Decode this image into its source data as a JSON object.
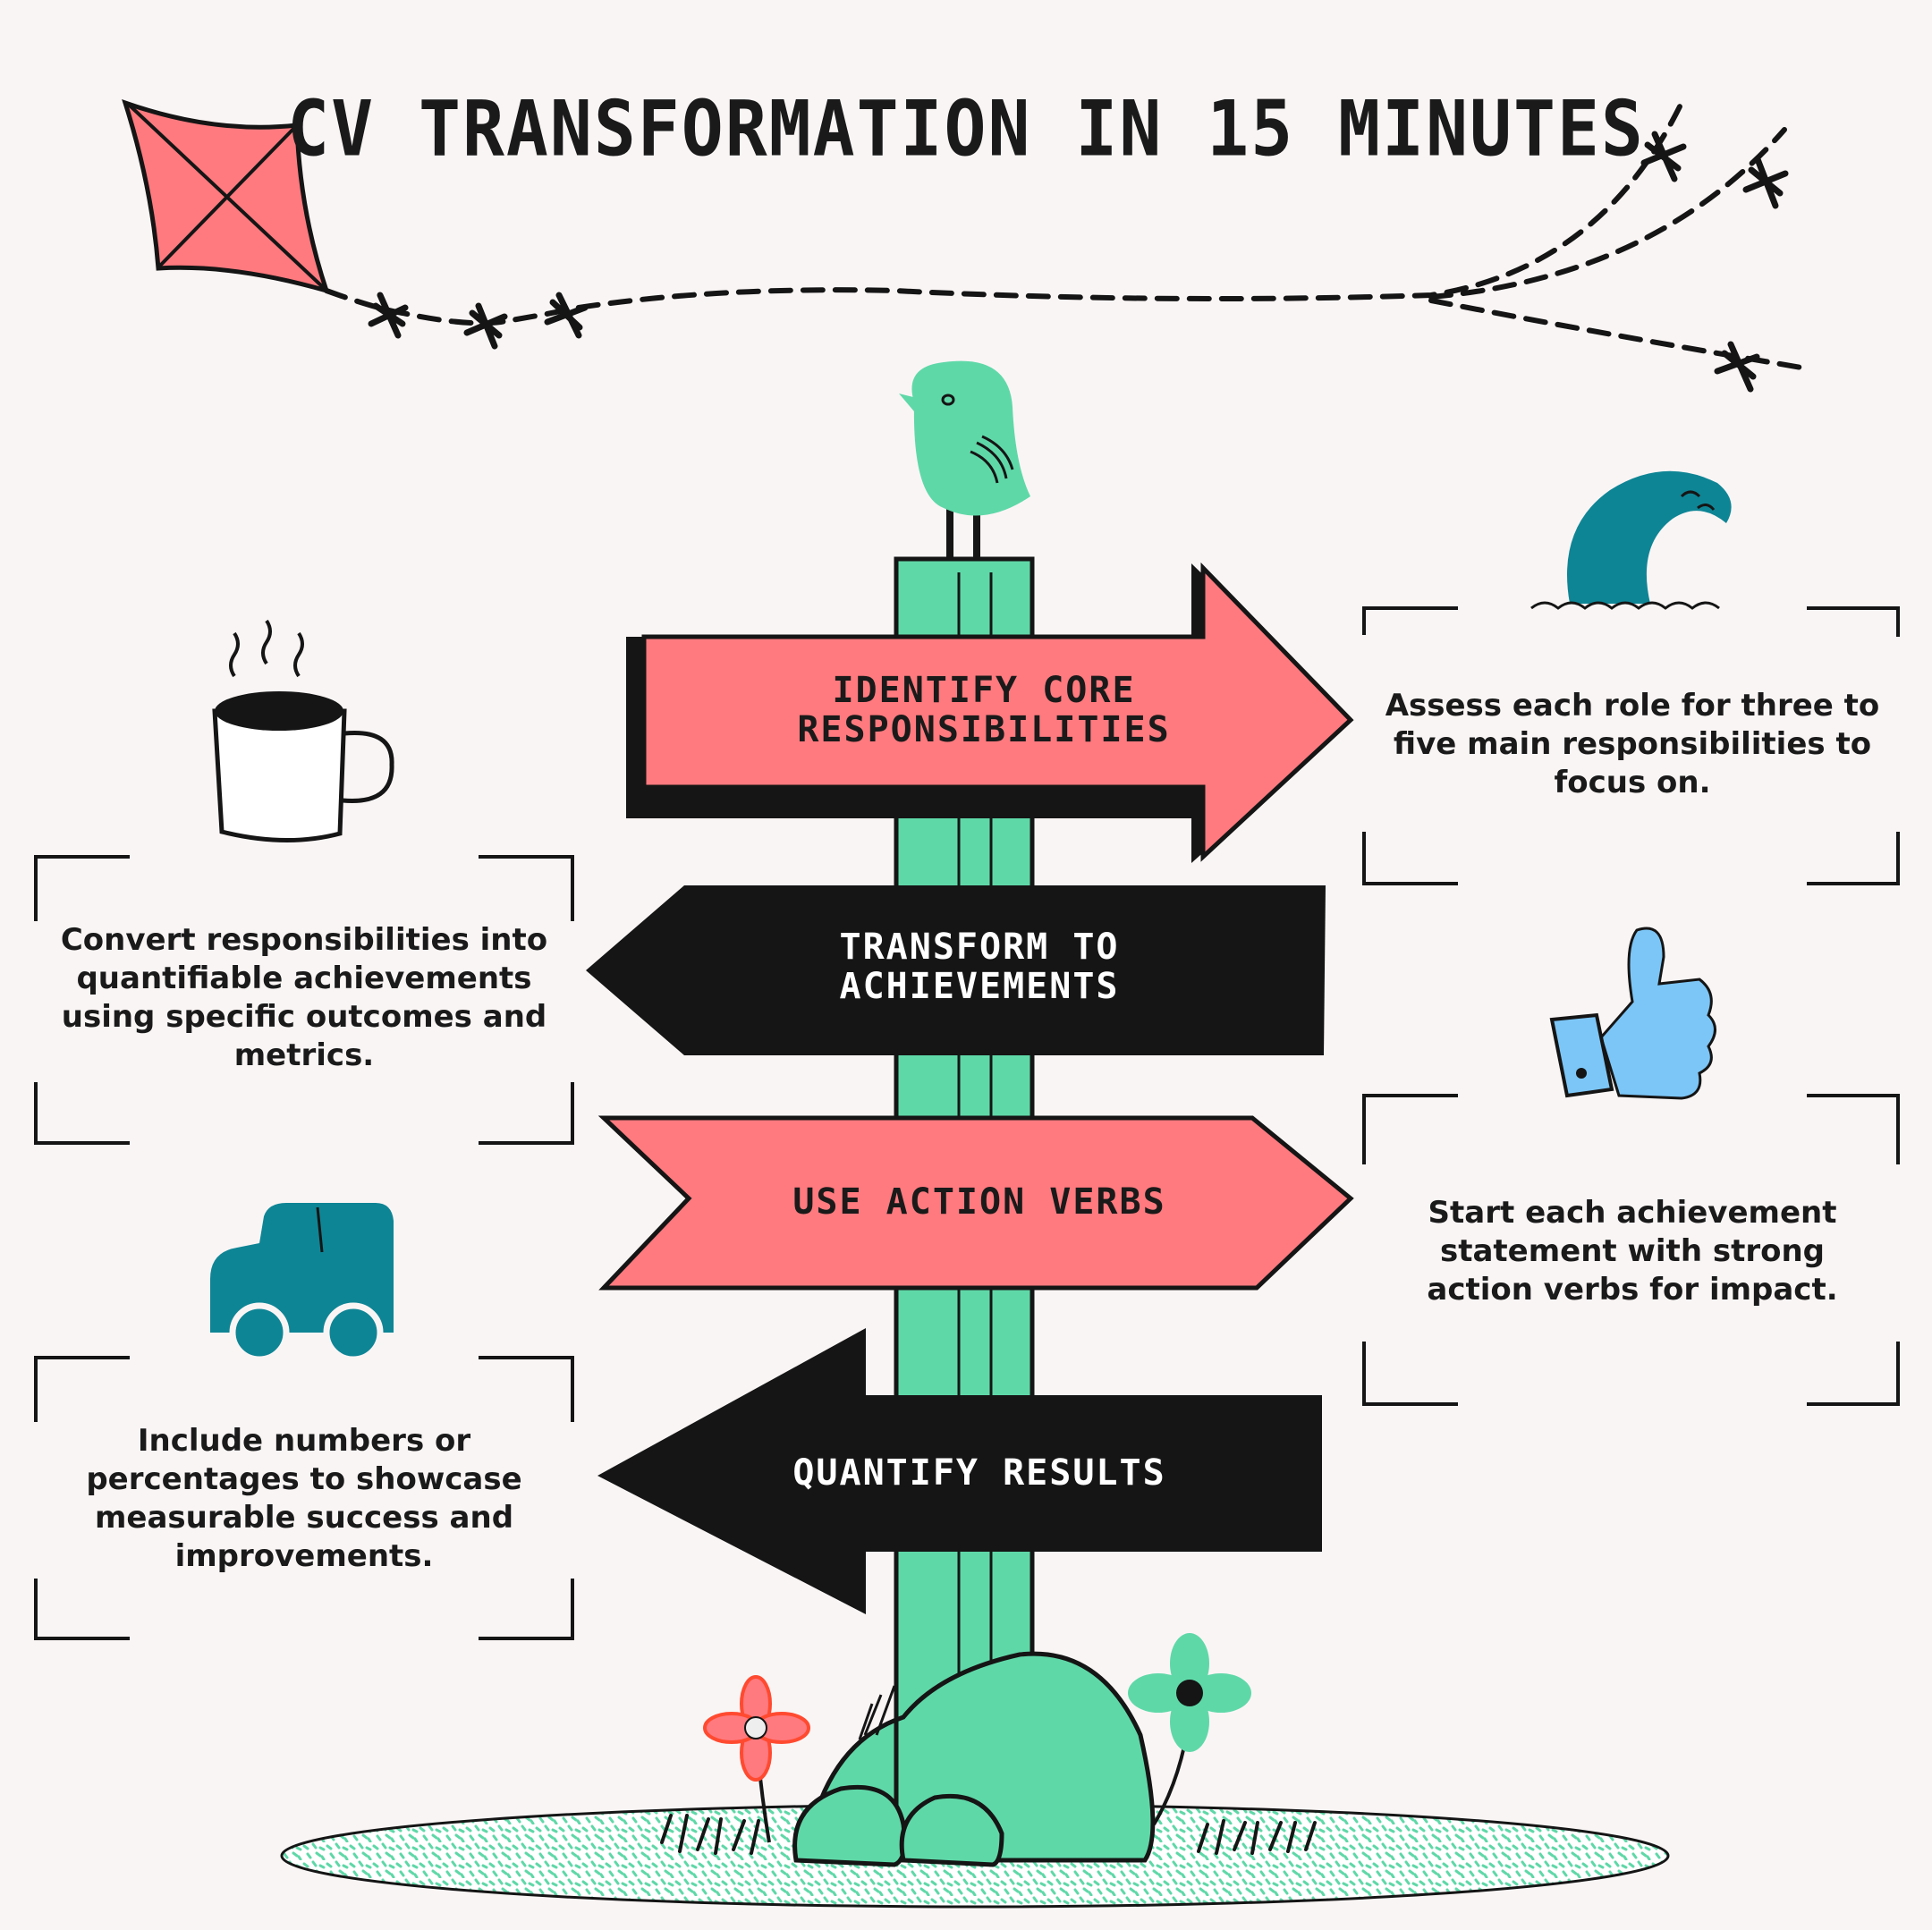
{
  "title": "CV TRANSFORMATION IN 15 MINUTES",
  "colors": {
    "coral": "#ff7a7f",
    "black": "#151515",
    "mint": "#5fd8a8",
    "teal": "#0e8595",
    "sky": "#7cc6f7",
    "background": "#faf5f5"
  },
  "signs": [
    {
      "label": "IDENTIFY CORE RESPONSIBILITIES",
      "direction": "right",
      "color": "coral"
    },
    {
      "label": "TRANSFORM TO ACHIEVEMENTS",
      "direction": "left",
      "color": "black"
    },
    {
      "label": "USE ACTION VERBS",
      "direction": "right",
      "color": "coral"
    },
    {
      "label": "QUANTIFY RESULTS",
      "direction": "left",
      "color": "black"
    }
  ],
  "descriptions": [
    {
      "text": "Assess each role for three to five main responsibilities to focus on.",
      "icon": "wave-icon"
    },
    {
      "text": "Convert responsibilities into quantifiable achievements using specific outcomes and metrics.",
      "icon": "coffee-mug-icon"
    },
    {
      "text": "Start each achievement statement with strong action verbs for impact.",
      "icon": "thumbs-up-icon"
    },
    {
      "text": "Include numbers or percentages to showcase measurable success and improvements.",
      "icon": "car-icon"
    }
  ],
  "decorations": [
    "kite-icon",
    "bird-icon",
    "flower-icon",
    "rock-icon",
    "grass-icon"
  ]
}
